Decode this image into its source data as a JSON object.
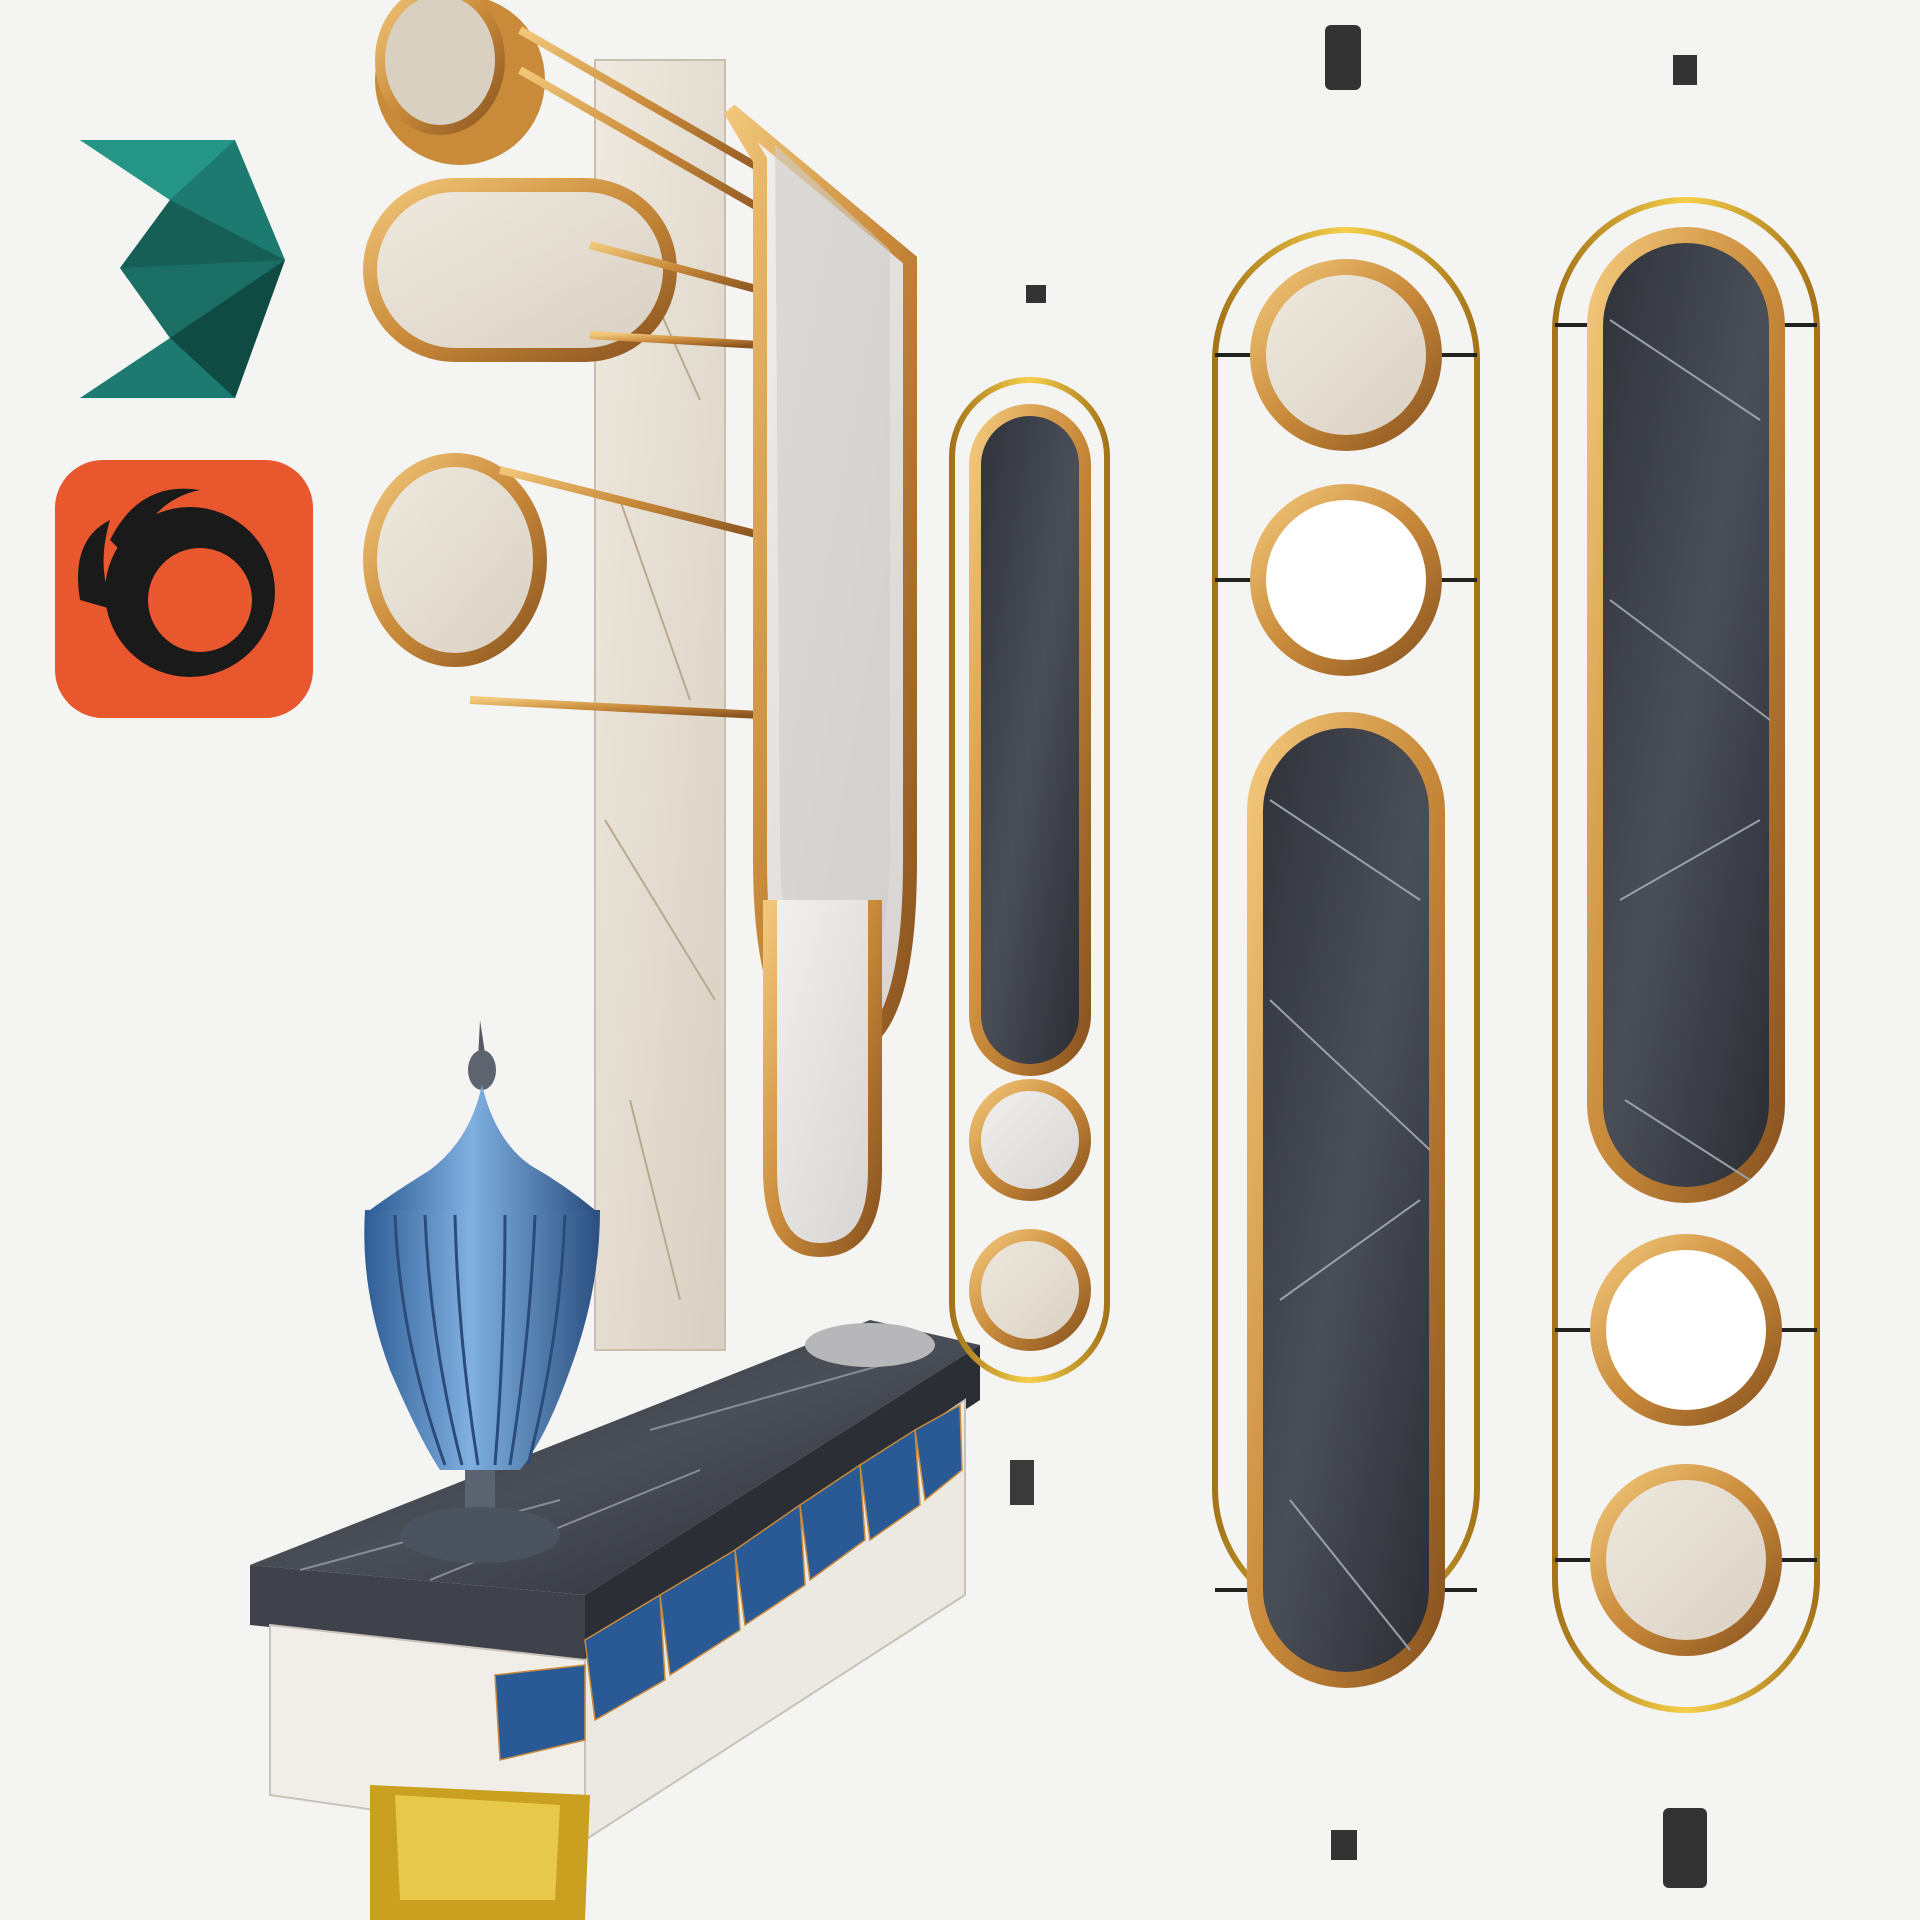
{
  "scene": {
    "background": "#f4f4f2",
    "description_items": [
      "3ds-max-logo",
      "corona-renderer-logo",
      "console-table-with-vase",
      "wall-mirror-with-gold-frames",
      "room-divider-panel-small",
      "room-divider-panel-large-a",
      "room-divider-panel-large-b"
    ]
  },
  "colors": {
    "gold": "#c98a3a",
    "gold_light": "#e6b25a",
    "gold_bright": "#f0c040",
    "marble_white": "#e8e2d8",
    "marble_dark": "#3a3d44",
    "vase_blue": "#5b8fc7",
    "max_teal": "#1d7a70",
    "corona_orange": "#e8572d"
  },
  "icons": {
    "max": "3ds-max-icon",
    "corona": "corona-renderer-icon"
  }
}
